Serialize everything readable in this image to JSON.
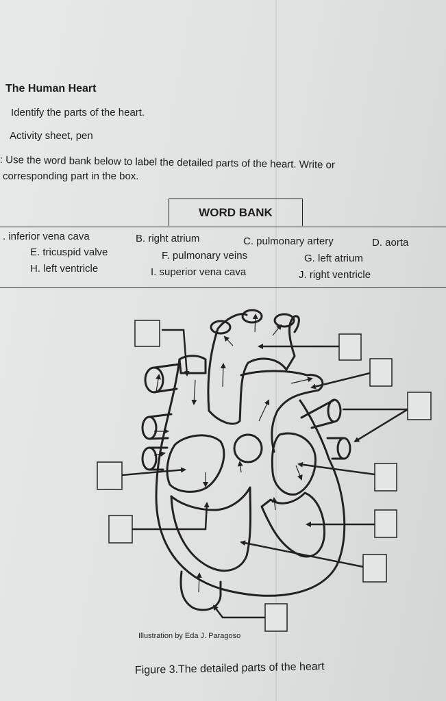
{
  "header": {
    "title": "The Human Heart",
    "objective": "Identify the parts of the heart.",
    "materials": "Activity sheet, pen",
    "instruction_line1": ": Use the word bank below to label the detailed parts of the heart. Write or",
    "instruction_line2": "corresponding part in the box."
  },
  "word_bank": {
    "title": "WORD BANK",
    "items": [
      ". inferior vena cava",
      "B. right atrium",
      "C. pulmonary artery",
      "D. aorta",
      "E. tricuspid valve",
      "F. pulmonary veins",
      "G. left atrium",
      "H. left ventricle",
      "I. superior vena cava",
      "J. right ventricle"
    ]
  },
  "figure": {
    "credit": "Illustration by Eda J. Paragoso",
    "caption": "Figure 3.The detailed parts of the heart"
  }
}
